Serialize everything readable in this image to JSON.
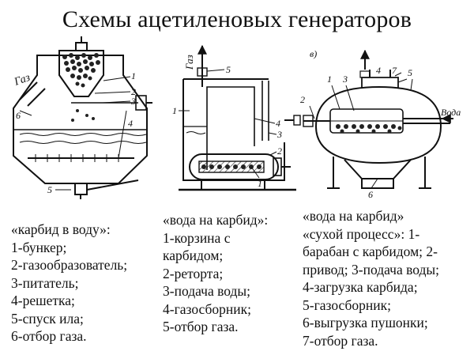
{
  "title": "Схемы ацетиленовых генераторов",
  "diagram1": {
    "gas_label": "Газ",
    "markers": [
      "1",
      "2",
      "3",
      "4",
      "5",
      "6"
    ]
  },
  "diagram2": {
    "gas_label": "Газ",
    "markers": [
      "1",
      "2",
      "3",
      "4",
      "5"
    ]
  },
  "diagram3": {
    "variant_label": "в)",
    "water_label": "Вода",
    "markers": [
      "1",
      "2",
      "3",
      "4",
      "5",
      "6",
      "7"
    ]
  },
  "col1": {
    "heading": "«карбид в воду»:",
    "items": [
      "1-бункер;",
      "2-газообразователь;",
      "3-питатель;",
      "4-решетка;",
      "5-спуск ила;",
      "6-отбор газа."
    ]
  },
  "col2": {
    "heading": "«вода на карбид»:",
    "items": [
      "1-корзина с",
      "карбидом;",
      "2-реторта;",
      "3-подача воды;",
      "4-газосборник;",
      "5-отбор газа."
    ]
  },
  "col3": {
    "heading": "«вода на карбид»",
    "items": [
      "«сухой процесс»: 1-",
      "барабан с карбидом; 2-",
      "привод; 3-подача воды;",
      "4-загрузка карбида;",
      "5-газосборник;",
      "6-выгрузка пушонки;",
      "7-отбор газа."
    ]
  }
}
